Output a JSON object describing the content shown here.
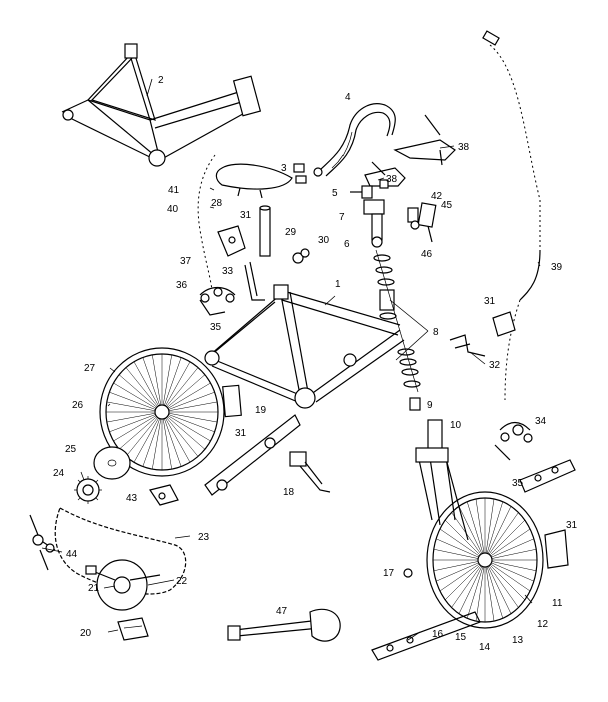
{
  "callouts": [
    "1",
    "2",
    "3",
    "4",
    "5",
    "6",
    "7",
    "8",
    "9",
    "10",
    "11",
    "12",
    "13",
    "14",
    "15",
    "16",
    "17",
    "18",
    "19",
    "20",
    "21",
    "22",
    "23",
    "24",
    "25",
    "26",
    "27",
    "28",
    "29",
    "30",
    "31",
    "32",
    "33",
    "34",
    "35",
    "36",
    "37",
    "38",
    "39",
    "40",
    "41",
    "42",
    "43",
    "44",
    "45",
    "46",
    "47"
  ]
}
